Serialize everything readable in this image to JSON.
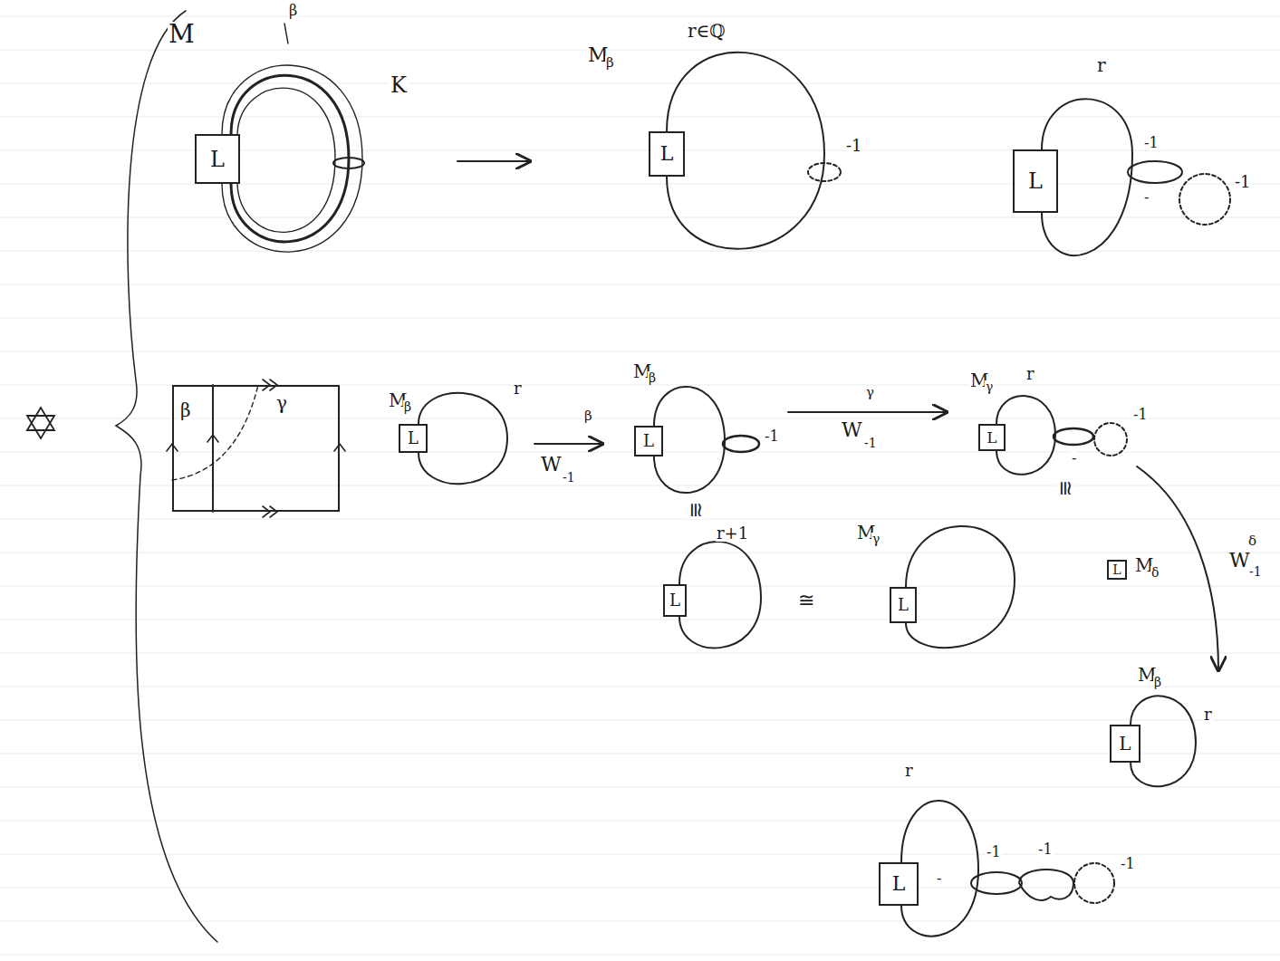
{
  "diagram": {
    "nodes": [
      {
        "text": [
          "L"
        ]
      },
      {
        "text": [
          "L"
        ]
      },
      {
        "text": [
          "L"
        ]
      },
      {
        "text": [
          "β",
          "γ"
        ]
      },
      {
        "text": [
          "L"
        ]
      },
      {
        "text": [
          "L"
        ]
      },
      {
        "text": [
          "L"
        ]
      },
      {
        "text": [
          "L"
        ]
      },
      {
        "text": [
          "L"
        ]
      },
      {
        "text": [
          "L"
        ]
      },
      {
        "text": [
          "L"
        ]
      },
      {
        "text": [
          "L"
        ]
      }
    ],
    "labels": [
      "M",
      "β",
      "K",
      "M",
      "β",
      "r∈ℚ",
      "-1",
      "r",
      "-1",
      "-",
      "-1",
      "M",
      "β",
      "r",
      "W",
      "β",
      "-1",
      "M",
      "β",
      "-1",
      "W",
      "γ",
      "-1",
      "M",
      "γ",
      "r",
      "-",
      "-1",
      "≅",
      "≅",
      "W",
      "δ",
      "-1",
      "M",
      "δ",
      "r+1",
      "≅",
      "M",
      "γ",
      "M",
      "β",
      "r",
      "r",
      "-",
      "-1",
      "-1",
      "-1"
    ]
  }
}
